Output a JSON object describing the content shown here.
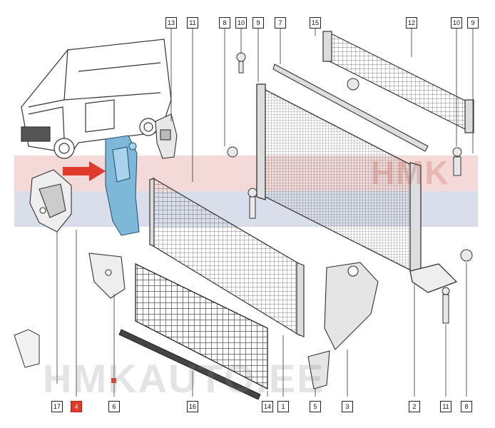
{
  "callouts": {
    "c1": "1",
    "c2": "2",
    "c3": "3",
    "c4": "4",
    "c5": "5",
    "c6": "6",
    "c7": "7",
    "c8_top": "8",
    "c8_bottom": "8",
    "c9_a": "9",
    "c9_b": "9",
    "c10_a": "10",
    "c10_b": "10",
    "c11_top": "11",
    "c11_bottom": "11",
    "c12": "12",
    "c13": "13",
    "c14": "14",
    "c15": "15",
    "c16": "16",
    "c17": "17"
  },
  "watermark": {
    "brand_top": "HMK",
    "brand_bottom": "HMKAUTO.EE"
  },
  "highlight_color": "#e23a2a",
  "arrow_color": "#e03a2d",
  "highlight_part_color": "#7db8d8"
}
